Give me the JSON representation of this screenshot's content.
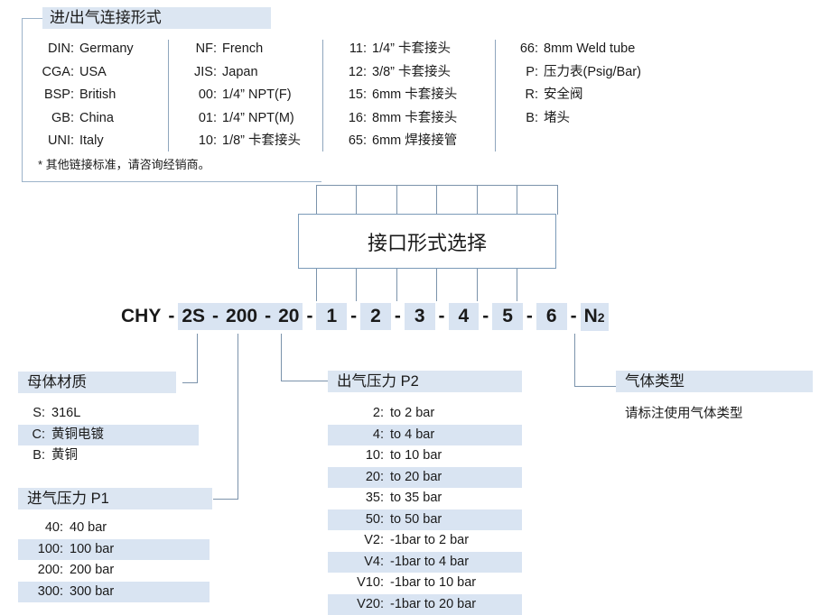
{
  "connection": {
    "title": "进/出气连接形式",
    "note": "* 其他链接标准，请咨询经销商。",
    "columns": [
      {
        "rows": [
          {
            "code": "DIN:",
            "desc": "Germany"
          },
          {
            "code": "CGA:",
            "desc": "USA"
          },
          {
            "code": "BSP:",
            "desc": "British"
          },
          {
            "code": "GB:",
            "desc": "China"
          },
          {
            "code": "UNI:",
            "desc": "Italy"
          }
        ]
      },
      {
        "rows": [
          {
            "code": "NF:",
            "desc": "French"
          },
          {
            "code": "JIS:",
            "desc": "Japan"
          },
          {
            "code": "00:",
            "desc": "1/4” NPT(F)"
          },
          {
            "code": "01:",
            "desc": "1/4” NPT(M)"
          },
          {
            "code": "10:",
            "desc": "1/8” 卡套接头"
          }
        ]
      },
      {
        "rows": [
          {
            "code": "11:",
            "desc": "1/4” 卡套接头"
          },
          {
            "code": "12:",
            "desc": "3/8” 卡套接头"
          },
          {
            "code": "15:",
            "desc": "6mm 卡套接头"
          },
          {
            "code": "16:",
            "desc": "8mm 卡套接头"
          },
          {
            "code": "65:",
            "desc": "6mm 焊接接管"
          }
        ]
      },
      {
        "rows": [
          {
            "code": "66:",
            "desc": "8mm Weld tube"
          },
          {
            "code": "P:",
            "desc": "压力表(Psig/Bar)"
          },
          {
            "code": "R:",
            "desc": "安全阀"
          },
          {
            "code": "B:",
            "desc": "堵头"
          }
        ]
      }
    ]
  },
  "interface_box": {
    "label": "接口形式选择"
  },
  "part_number": {
    "segments": [
      {
        "text": "CHY",
        "highlight": false
      },
      {
        "text": "2S",
        "highlight": true
      },
      {
        "text": "200",
        "highlight": true
      },
      {
        "text": "20",
        "highlight": true
      },
      {
        "text": "1",
        "highlight": true
      },
      {
        "text": "2",
        "highlight": true
      },
      {
        "text": "3",
        "highlight": true
      },
      {
        "text": "4",
        "highlight": true
      },
      {
        "text": "5",
        "highlight": true
      },
      {
        "text": "6",
        "highlight": true
      },
      {
        "text": "N",
        "sub": "2",
        "highlight": true
      }
    ],
    "separator": "-"
  },
  "body_material": {
    "title": "母体材质",
    "rows": [
      {
        "code": "S:",
        "desc": "316L",
        "zebra": false
      },
      {
        "code": "C:",
        "desc": "黄铜电镀",
        "zebra": true
      },
      {
        "code": "B:",
        "desc": "黄铜",
        "zebra": false
      }
    ]
  },
  "inlet_pressure": {
    "title": "进气压力 P1",
    "rows": [
      {
        "code": "40:",
        "desc": "40 bar",
        "zebra": false
      },
      {
        "code": "100:",
        "desc": "100 bar",
        "zebra": true
      },
      {
        "code": "200:",
        "desc": "200 bar",
        "zebra": false
      },
      {
        "code": "300:",
        "desc": "300 bar",
        "zebra": true
      }
    ]
  },
  "outlet_pressure": {
    "title": "出气压力 P2",
    "rows": [
      {
        "code": "2:",
        "desc": "to 2 bar",
        "zebra": false
      },
      {
        "code": "4:",
        "desc": "to 4 bar",
        "zebra": true
      },
      {
        "code": "10:",
        "desc": "to 10 bar",
        "zebra": false
      },
      {
        "code": "20:",
        "desc": "to 20 bar",
        "zebra": true
      },
      {
        "code": "35:",
        "desc": "to 35 bar",
        "zebra": false
      },
      {
        "code": "50:",
        "desc": "to 50 bar",
        "zebra": true
      },
      {
        "code": "V2:",
        "desc": "-1bar to 2 bar",
        "zebra": false
      },
      {
        "code": "V4:",
        "desc": "-1bar to 4 bar",
        "zebra": true
      },
      {
        "code": "V10:",
        "desc": "-1bar to 10 bar",
        "zebra": false
      },
      {
        "code": "V20:",
        "desc": "-1bar to 20 bar",
        "zebra": true
      }
    ]
  },
  "gas_type": {
    "title": "气体类型",
    "note": "请标注使用气体类型"
  },
  "colors": {
    "highlight": "#d9e4f2",
    "title_bar": "#dce6f2",
    "line": "#7b93ab",
    "box_border": "#7b9ab8",
    "text": "#1a1a1a"
  }
}
